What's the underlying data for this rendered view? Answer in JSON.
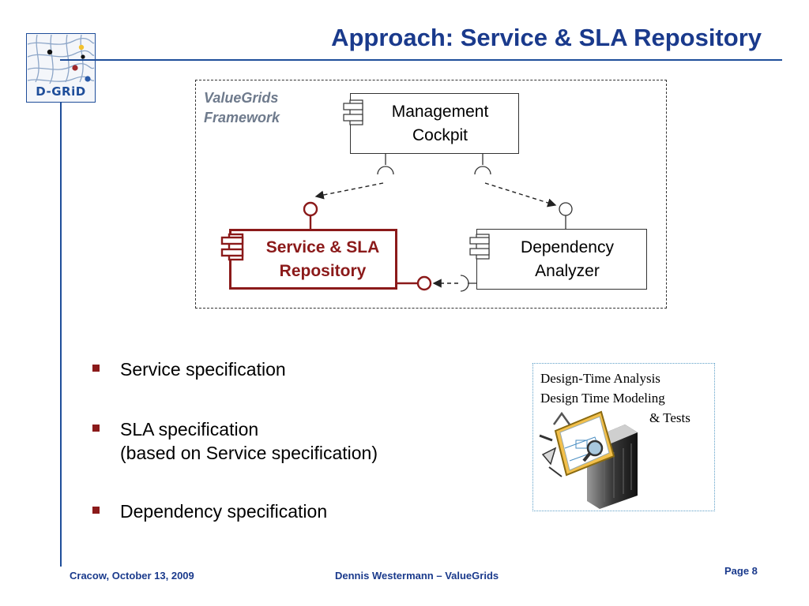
{
  "slide": {
    "title": "Approach: Service & SLA Repository",
    "logo_text": "D-GRiD",
    "colors": {
      "title": "#1a3a8c",
      "rule": "#1f4e9a",
      "accent": "#8b1a1a",
      "framework_label": "#6e7a8c"
    }
  },
  "diagram": {
    "framework_label_line1": "ValueGrids",
    "framework_label_line2": "Framework",
    "components": {
      "management_cockpit": {
        "line1": "Management",
        "line2": "Cockpit"
      },
      "service_sla_repository": {
        "line1": "Service & SLA",
        "line2": "Repository"
      },
      "dependency_analyzer": {
        "line1": "Dependency",
        "line2": "Analyzer"
      }
    },
    "icons": [
      "component-icon",
      "provided-interface-icon",
      "required-interface-icon",
      "dependency-arrow"
    ]
  },
  "bullets": [
    {
      "line1": "Service specification",
      "line2": ""
    },
    {
      "line1": "SLA specification",
      "line2": "(based on Service specification)"
    },
    {
      "line1": "Dependency specification",
      "line2": ""
    }
  ],
  "design_box": {
    "line1": "Design-Time Analysis",
    "line2": "Design Time Modeling",
    "line3": "& Tests",
    "image": "design-tools-server-illustration"
  },
  "footer": {
    "left": "Cracow, October 13, 2009",
    "center": "Dennis Westermann – ValueGrids",
    "page": "Page 8"
  }
}
